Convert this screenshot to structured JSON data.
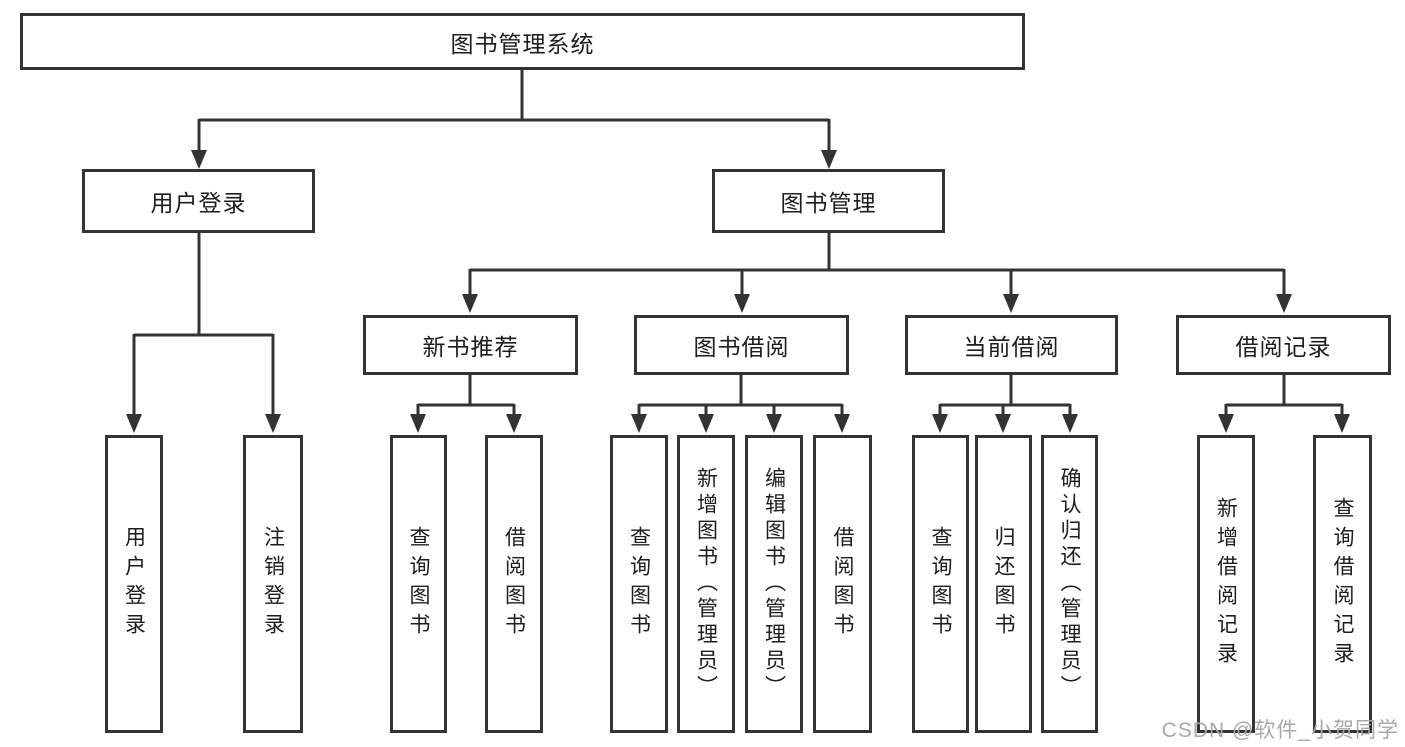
{
  "diagram": {
    "title": "图书管理系统",
    "root": {
      "label": "图书管理系统"
    },
    "level2": [
      {
        "label": "用户登录"
      },
      {
        "label": "图书管理"
      }
    ],
    "level3": [
      {
        "label": "新书推荐"
      },
      {
        "label": "图书借阅"
      },
      {
        "label": "当前借阅"
      },
      {
        "label": "借阅记录"
      }
    ],
    "leaves": {
      "user_login": [
        "用户登录",
        "注销登录"
      ],
      "new_books": [
        "查询图书",
        "借阅图书"
      ],
      "book_borrow": [
        "查询图书",
        "新增图书（管理员）",
        "编辑图书（管理员）",
        "借阅图书"
      ],
      "current_borrow": [
        "查询图书",
        "归还图书",
        "确认归还（管理员）"
      ],
      "borrow_records": [
        "新增借阅记录",
        "查询借阅记录"
      ]
    }
  },
  "watermark": {
    "text": "CSDN @软件_小贺同学"
  },
  "colors": {
    "line": "#333333",
    "text": "#1d1d1d",
    "background": "#ffffff",
    "watermark": "#a8a8a8"
  }
}
